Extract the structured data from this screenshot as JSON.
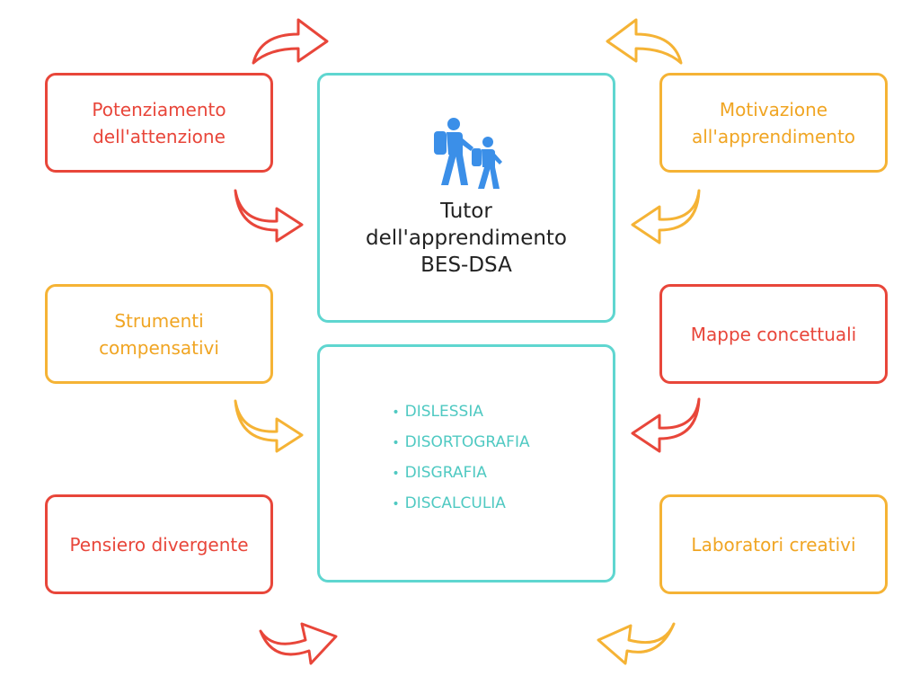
{
  "center": {
    "title": "Tutor\ndell'apprendimento\nBES-DSA",
    "icon": "walking-students-icon",
    "list": [
      "DISLESSIA",
      "DISORTOGRAFIA",
      "DISGRAFIA",
      "DISCALCULIA"
    ]
  },
  "boxes": {
    "left_top": "Potenziamento\ndell'attenzione",
    "left_mid": "Strumenti\ncompensativi",
    "left_bottom": "Pensiero divergente",
    "right_top": "Motivazione\nall'apprendimento",
    "right_mid": "Mappe concettuali",
    "right_bottom": "Laboratori creativi"
  },
  "colors": {
    "red": "#e8463a",
    "orange": "#f5b335",
    "teal": "#5fd6d0",
    "icon_blue": "#3b8fe8"
  }
}
